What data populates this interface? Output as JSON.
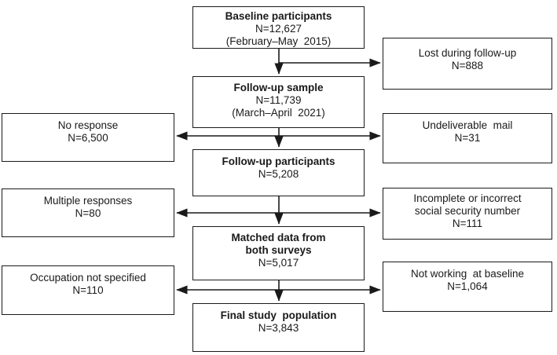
{
  "flowchart": {
    "background_color": "#ffffff",
    "line_color": "#1a1a1a",
    "text_color": "#1a1a1a",
    "boxes": {
      "baseline": {
        "title_lines": [
          "Baseline participants"
        ],
        "lines": [
          "N=12,627",
          "(February–May  2015)"
        ]
      },
      "lost_during_followup": {
        "lines": [
          "Lost during follow-up",
          "N=888"
        ]
      },
      "followup_sample": {
        "title_lines": [
          "Follow-up sample"
        ],
        "lines": [
          "N=11,739",
          "(March–April  2021)"
        ]
      },
      "no_response": {
        "lines": [
          "No response",
          "N=6,500"
        ]
      },
      "undeliverable_mail": {
        "lines": [
          "Undeliverable  mail",
          "N=31"
        ]
      },
      "followup_participants": {
        "title_lines": [
          "Follow-up participants"
        ],
        "lines": [
          "N=5,208"
        ]
      },
      "multiple_responses": {
        "lines": [
          "Multiple responses",
          "N=80"
        ]
      },
      "incomplete_ssn": {
        "lines": [
          "Incomplete or incorrect",
          "social security number",
          "N=111"
        ]
      },
      "matched_data": {
        "title_lines": [
          "Matched data from",
          "both surveys"
        ],
        "lines": [
          "N=5,017"
        ]
      },
      "occupation_not_specified": {
        "lines": [
          "Occupation not specified",
          "N=110"
        ]
      },
      "not_working_at_baseline": {
        "lines": [
          "Not working  at baseline",
          "N=1,064"
        ]
      },
      "final_study_population": {
        "title_lines": [
          "Final study  population"
        ],
        "lines": [
          "N=3,843"
        ]
      }
    },
    "edges": [
      {
        "from": "baseline",
        "to": "followup_sample",
        "direction": "down"
      },
      {
        "from": "baseline",
        "to": "lost_during_followup",
        "direction": "right"
      },
      {
        "from": "followup_sample",
        "to": "followup_participants",
        "direction": "down"
      },
      {
        "from": "followup_sample",
        "to": "no_response",
        "direction": "left"
      },
      {
        "from": "followup_sample",
        "to": "undeliverable_mail",
        "direction": "right"
      },
      {
        "from": "followup_participants",
        "to": "matched_data",
        "direction": "down"
      },
      {
        "from": "followup_participants",
        "to": "multiple_responses",
        "direction": "left"
      },
      {
        "from": "followup_participants",
        "to": "incomplete_ssn",
        "direction": "right"
      },
      {
        "from": "matched_data",
        "to": "final_study_population",
        "direction": "down"
      },
      {
        "from": "matched_data",
        "to": "occupation_not_specified",
        "direction": "left"
      },
      {
        "from": "matched_data",
        "to": "not_working_at_baseline",
        "direction": "right"
      }
    ]
  }
}
